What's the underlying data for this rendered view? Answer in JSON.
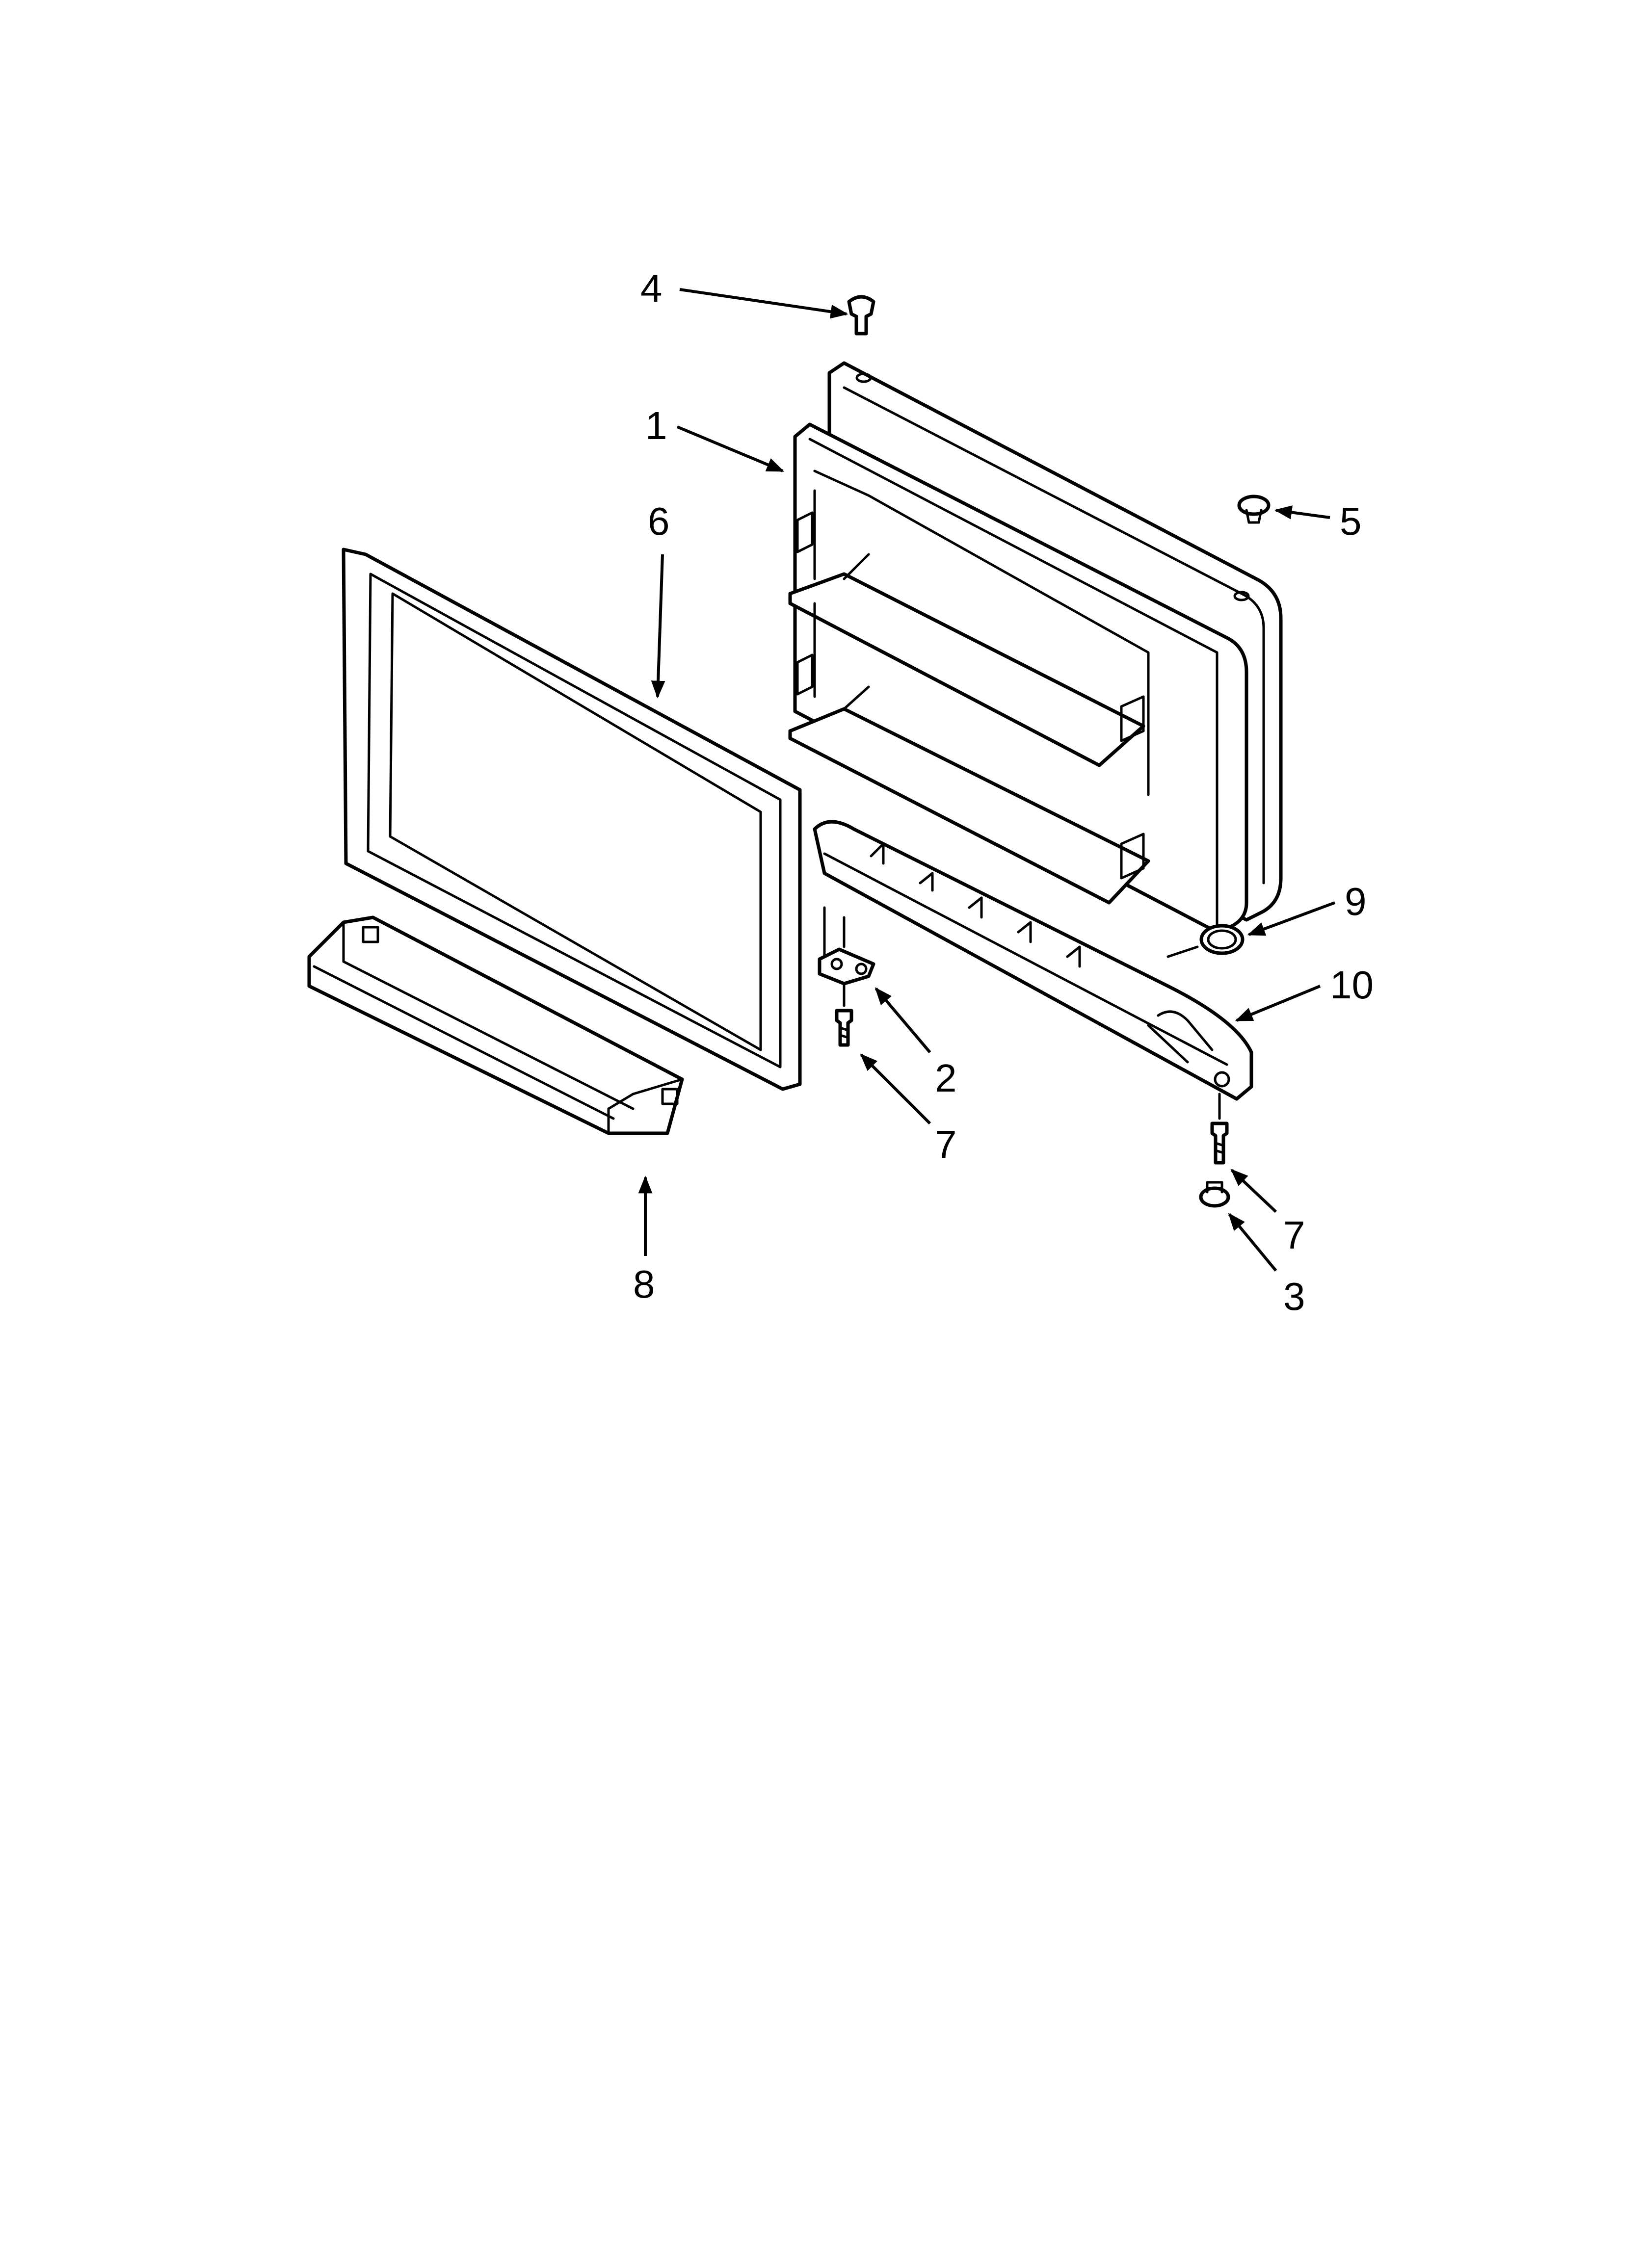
{
  "callouts": [
    {
      "id": "c4",
      "label": "4"
    },
    {
      "id": "c1",
      "label": "1"
    },
    {
      "id": "c5",
      "label": "5"
    },
    {
      "id": "c6",
      "label": "6"
    },
    {
      "id": "c9",
      "label": "9"
    },
    {
      "id": "c10",
      "label": "10"
    },
    {
      "id": "c2",
      "label": "2"
    },
    {
      "id": "c7a",
      "label": "7"
    },
    {
      "id": "c7b",
      "label": "7"
    },
    {
      "id": "c3",
      "label": "3"
    },
    {
      "id": "c8",
      "label": "8"
    }
  ]
}
